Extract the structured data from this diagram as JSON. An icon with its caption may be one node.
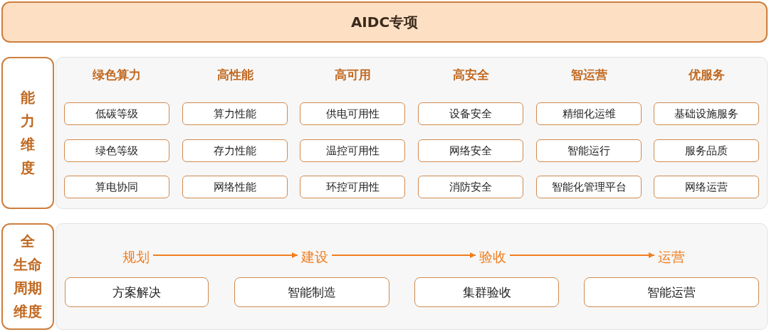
{
  "diagram": {
    "nodes": [
      {
        "text": [
          "AIDC专项"
        ]
      },
      {
        "text": [
          "能力维度"
        ]
      },
      {
        "text": [],
        "shape": "box"
      },
      {
        "text": [
          "低碳等级"
        ],
        "in": 2
      },
      {
        "text": [
          "算力性能"
        ],
        "in": 2
      },
      {
        "text": [
          "供电可用性"
        ],
        "in": 2
      },
      {
        "text": [
          "设备安全"
        ],
        "in": 2
      },
      {
        "text": [
          "精细化运维"
        ],
        "in": 2
      },
      {
        "text": [
          "基础设施服务"
        ],
        "in": 2
      },
      {
        "text": [
          "绿色等级"
        ],
        "in": 2
      },
      {
        "text": [
          "存力性能"
        ],
        "in": 2
      },
      {
        "text": [
          "温控可用性"
        ],
        "in": 2
      },
      {
        "text": [
          "网络安全"
        ],
        "in": 2
      },
      {
        "text": [
          "智能运行"
        ],
        "in": 2
      },
      {
        "text": [
          "服务品质"
        ],
        "in": 2
      },
      {
        "text": [
          "算电协同"
        ],
        "in": 2
      },
      {
        "text": [
          "网络性能"
        ],
        "in": 2
      },
      {
        "text": [
          "环控可用性"
        ],
        "in": 2
      },
      {
        "text": [
          "消防安全"
        ],
        "in": 2
      },
      {
        "text": [
          "智能化管理平台"
        ],
        "in": 2
      },
      {
        "text": [
          "网络运营"
        ],
        "in": 2
      },
      {
        "text": [
          "全生命周期维度"
        ]
      },
      {
        "text": [],
        "shape": "box"
      },
      {
        "text": [
          "规划"
        ],
        "in": 22
      },
      {
        "text": [
          "建设"
        ],
        "in": 22
      },
      {
        "text": [
          "验收"
        ],
        "in": 22
      },
      {
        "text": [
          "运营"
        ],
        "in": 22
      },
      {
        "text": [
          "方案解决"
        ],
        "in": 22
      },
      {
        "text": [
          "智能制造"
        ],
        "in": 22
      },
      {
        "text": [
          "集群验收"
        ],
        "in": 22
      },
      {
        "text": [
          "智能运营"
        ],
        "in": 22
      }
    ],
    "edges": [
      {
        "from": 23,
        "to": 24,
        "arrow": "to"
      },
      {
        "from": 24,
        "to": 25,
        "arrow": "to"
      },
      {
        "from": 25,
        "to": 26,
        "arrow": "to"
      }
    ],
    "labels": [
      "绿色算力",
      "高性能",
      "高可用",
      "高安全",
      "智运营",
      "优服务"
    ]
  }
}
